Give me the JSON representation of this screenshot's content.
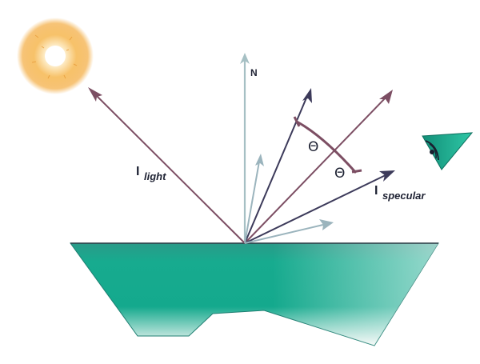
{
  "labels": {
    "normal": "N",
    "angle_upper": "Θ",
    "angle_lower": "Θ",
    "light_main": "I",
    "light_sub": "light",
    "specular_main": "I",
    "specular_sub": "specular"
  },
  "colors": {
    "surface_top": "#2a9a88",
    "surface_mid": "#14ab8e",
    "surface_fade": "#ffffff",
    "incident_ray": "#7c4e63",
    "reflected_ray": "#7c4e63",
    "normal_arrow": "#a6c0c4",
    "dark_arrow": "#3c3a5a",
    "faint_arrow": "#9bb4bd",
    "angle_arc": "#7c4e63",
    "sun_core": "#fff6e0",
    "sun_glow": "#f4b04a",
    "eye_body": "#1aa58a"
  },
  "icons": {
    "light_source": "sun-icon",
    "viewer": "eye-icon"
  }
}
